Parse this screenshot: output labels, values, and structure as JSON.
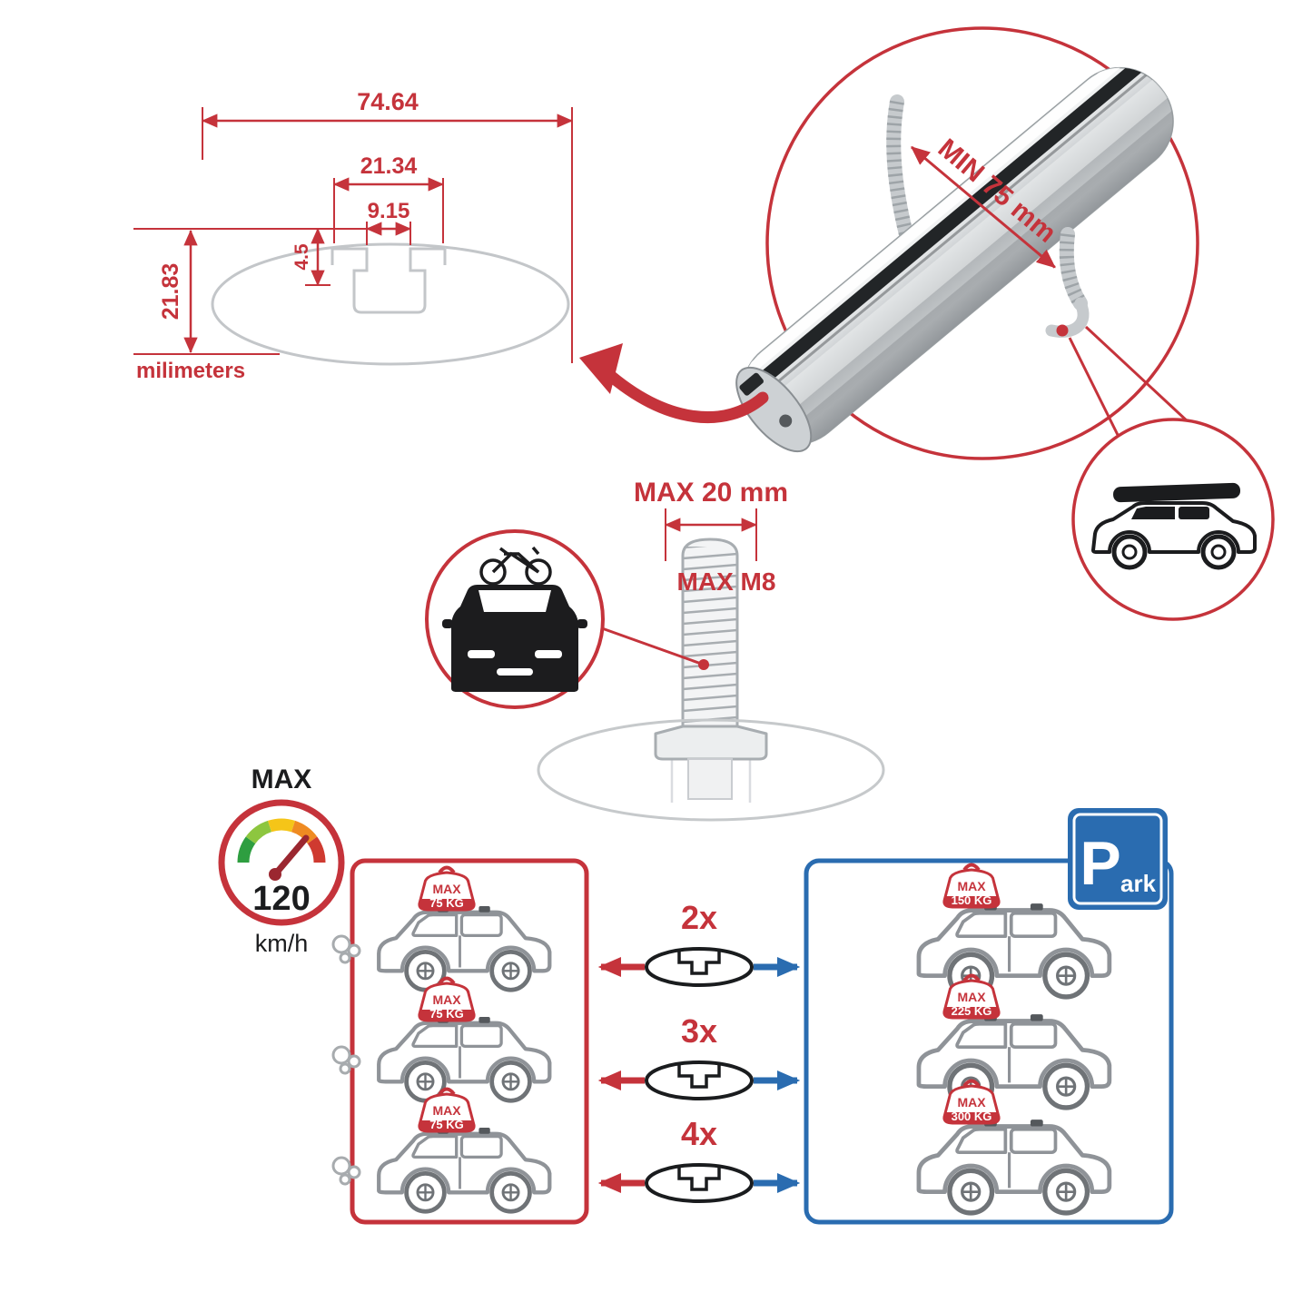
{
  "colors": {
    "accent_red": "#c5333b",
    "accent_blue": "#2a6cb0",
    "line_gray": "#c3c6c9",
    "car_gray": "#8f9398",
    "ink_black": "#1b1c1e"
  },
  "cross_section": {
    "total_width": "74.64",
    "channel_width": "21.34",
    "slot_width": "9.15",
    "lip_depth": "4.5",
    "height": "21.83",
    "units": "milimeters"
  },
  "bar_detail": {
    "min_spacing": "MIN 75 mm"
  },
  "bolt": {
    "max_length": "MAX 20 mm",
    "max_thread": "MAX M8"
  },
  "speed": {
    "label": "MAX",
    "value": "120",
    "unit": "km/h"
  },
  "load": {
    "left_cars": [
      {
        "label": "MAX",
        "value": "75 KG"
      },
      {
        "label": "MAX",
        "value": "75 KG"
      },
      {
        "label": "MAX",
        "value": "75 KG"
      }
    ],
    "rows": [
      {
        "multiplier": "2x"
      },
      {
        "multiplier": "3x"
      },
      {
        "multiplier": "4x"
      }
    ],
    "right_cars": [
      {
        "label": "MAX",
        "value": "150 KG"
      },
      {
        "label": "MAX",
        "value": "225 KG"
      },
      {
        "label": "MAX",
        "value": "300 KG"
      }
    ]
  },
  "park": {
    "letter": "P",
    "suffix": "ark"
  }
}
